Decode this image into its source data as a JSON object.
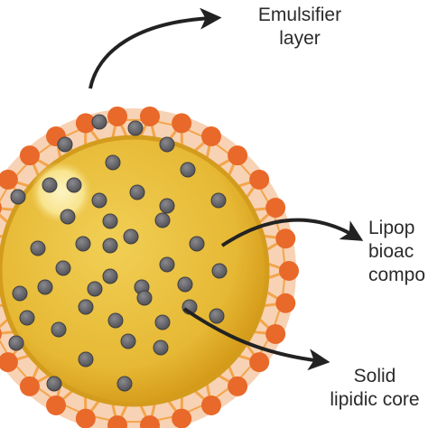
{
  "labels": {
    "emulsifier": [
      "Emulsifier",
      "layer"
    ],
    "lipophilic": [
      "Lipop",
      "bioac",
      "compo"
    ],
    "solid": [
      "Solid",
      "lipidic core"
    ]
  },
  "colors": {
    "shell_fill": "#f8d2b4",
    "emulsifier_head": "#e8692a",
    "emulsifier_tail": "#f3a54a",
    "core_outer": "#d9a21b",
    "core_inner": "#ecc64a",
    "highlight": "#fbeb9a",
    "compound": "#5f5f62",
    "arrow": "#222222"
  }
}
